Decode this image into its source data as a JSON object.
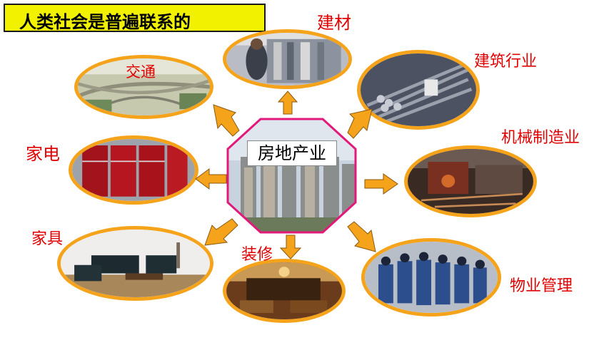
{
  "title": "人类社会是普遍联系的",
  "center": {
    "label": "房地产业"
  },
  "nodes": {
    "building_materials": "建材",
    "transport": "交通",
    "construction": "建筑行业",
    "appliances": "家电",
    "machinery": "机械制造业",
    "furniture": "家具",
    "decoration": "装修",
    "property_mgmt": "物业管理"
  },
  "colors": {
    "accent": "#f5a31a",
    "label": "#e00000",
    "title_bg": "#f2f200",
    "frame": "#e2197a"
  }
}
